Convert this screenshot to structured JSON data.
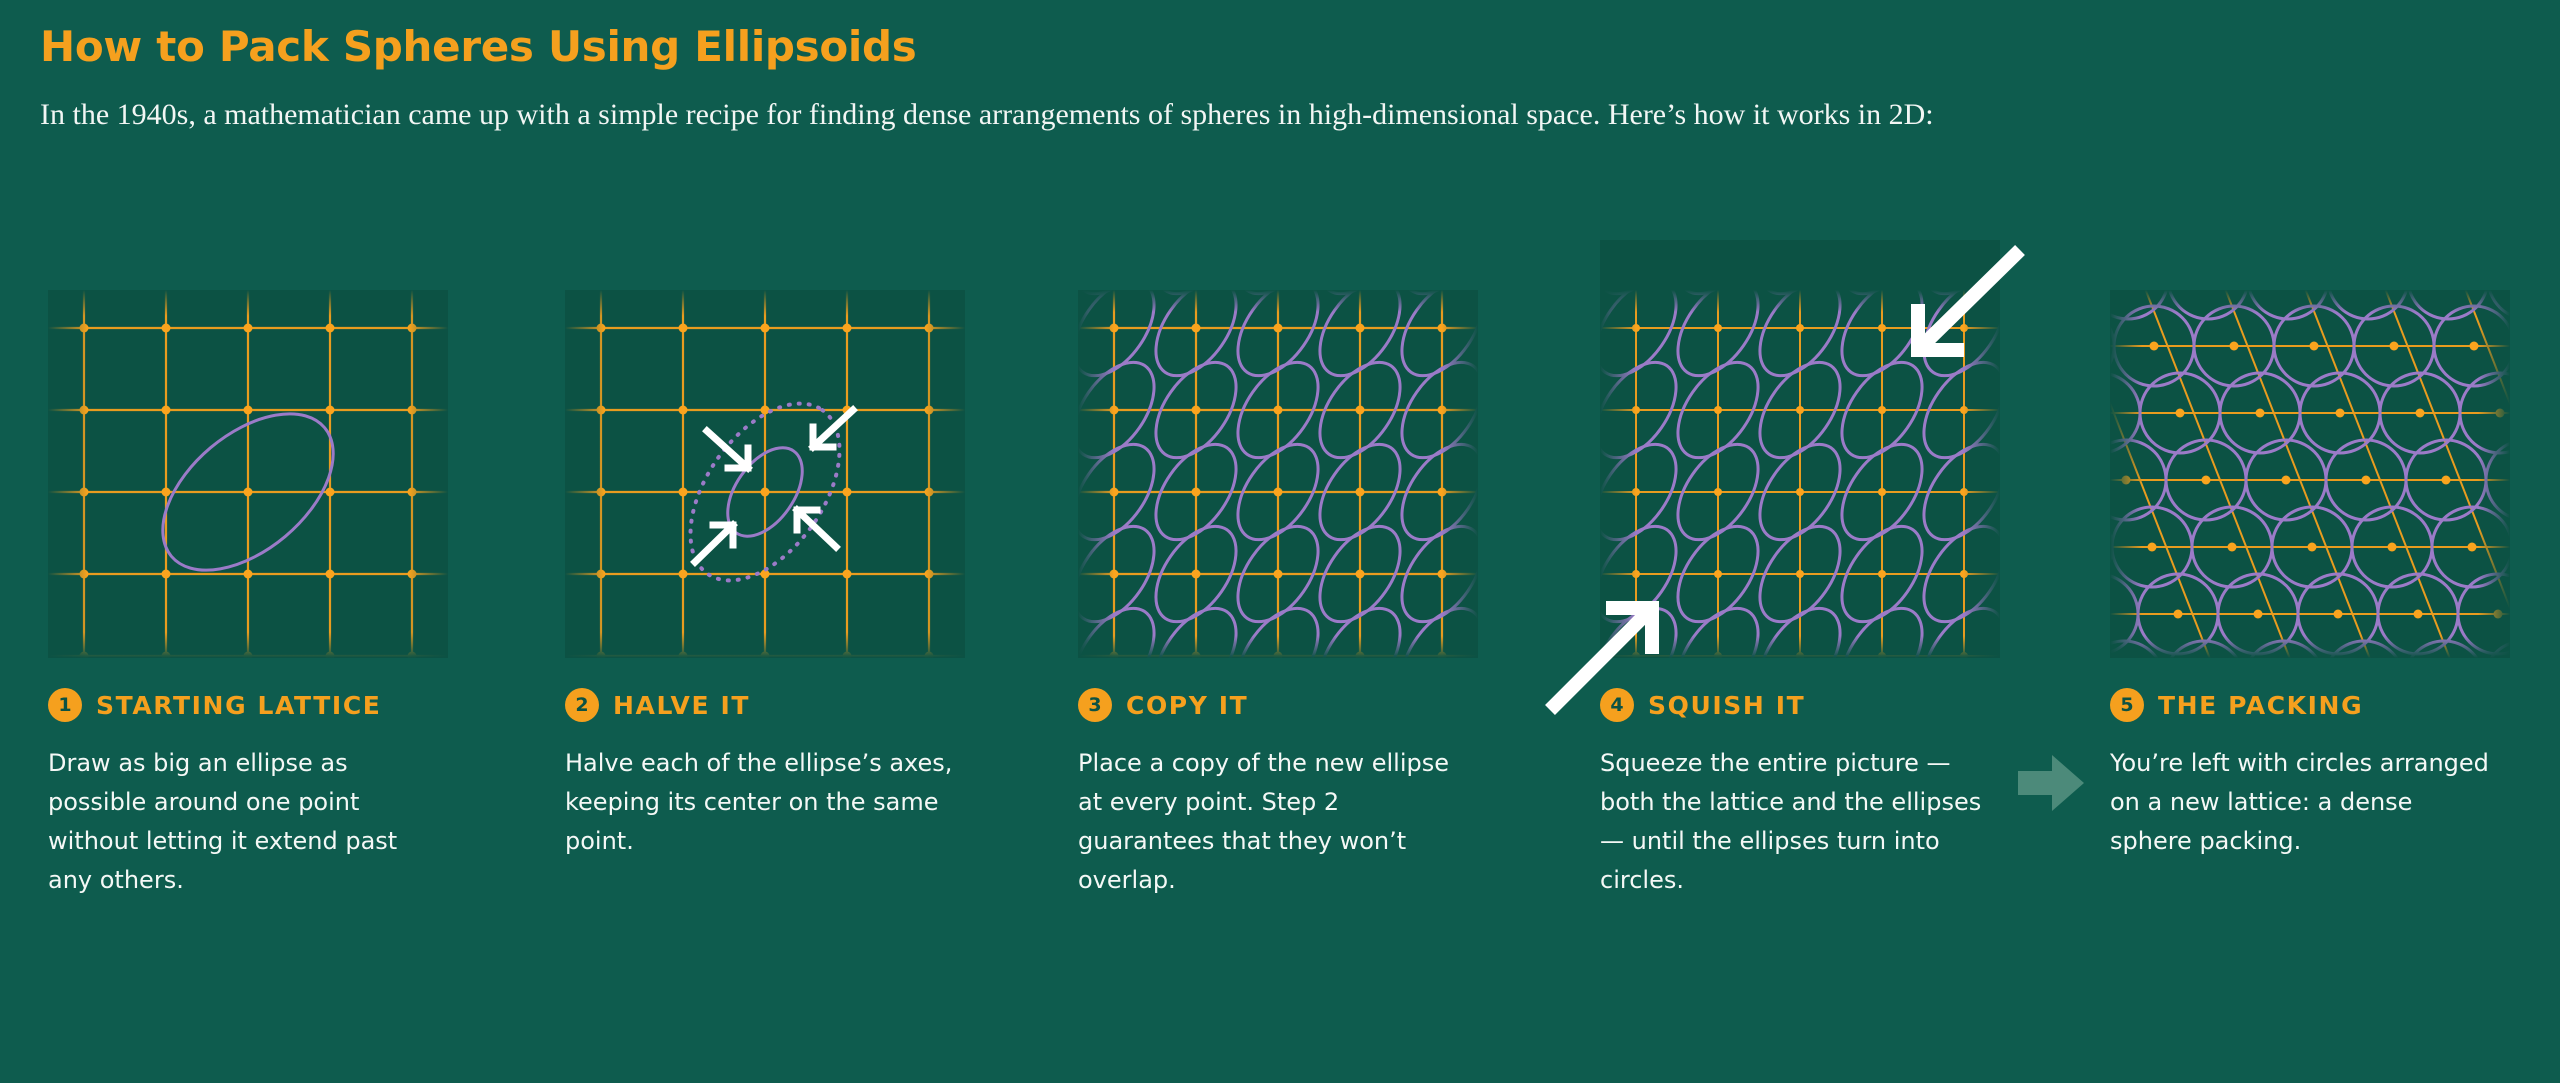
{
  "colors": {
    "background": "#0E5C4E",
    "panel_background": "#0C5244",
    "accent_orange": "#F5A01E",
    "ellipse_purple": "#9B7BC8",
    "text_white": "#F4F8F6",
    "transition_arrow": "#4C8A7A"
  },
  "header": {
    "title": "How to Pack Spheres Using Ellipsoids",
    "subtitle": "In the 1940s, a mathematician came up with a simple recipe for finding dense arrangements of spheres in high-dimensional space. Here’s how it works in 2D:"
  },
  "steps": [
    {
      "number": "1",
      "title": "STARTING LATTICE",
      "body": "Draw as big an ellipse as possible around one point without letting it extend past any others.",
      "figure": "square-lattice-with-single-large-ellipse"
    },
    {
      "number": "2",
      "title": "HALVE IT",
      "body": "Halve each of the ellipse’s axes, keeping its center on the same point.",
      "figure": "lattice-with-dotted-original-and-halved-ellipse-and-four-inward-arrows"
    },
    {
      "number": "3",
      "title": "COPY IT",
      "body": "Place a copy of the new ellipse at every point. Step 2 guarantees that they won’t overlap.",
      "figure": "lattice-tiled-with-ellipses-at-every-point"
    },
    {
      "number": "4",
      "title": "SQUISH IT",
      "body": "Squeeze the entire picture — both the lattice and the ellipses — until the ellipses turn into circles.",
      "figure": "lattice-tiled-with-ellipses-and-two-squeezing-arrows"
    },
    {
      "number": "5",
      "title": "THE PACKING",
      "body": "You’re left with circles arranged on a new lattice: a dense sphere packing.",
      "figure": "sheared-lattice-with-packed-circles"
    }
  ],
  "transition": {
    "icon": "right-arrow-icon"
  }
}
